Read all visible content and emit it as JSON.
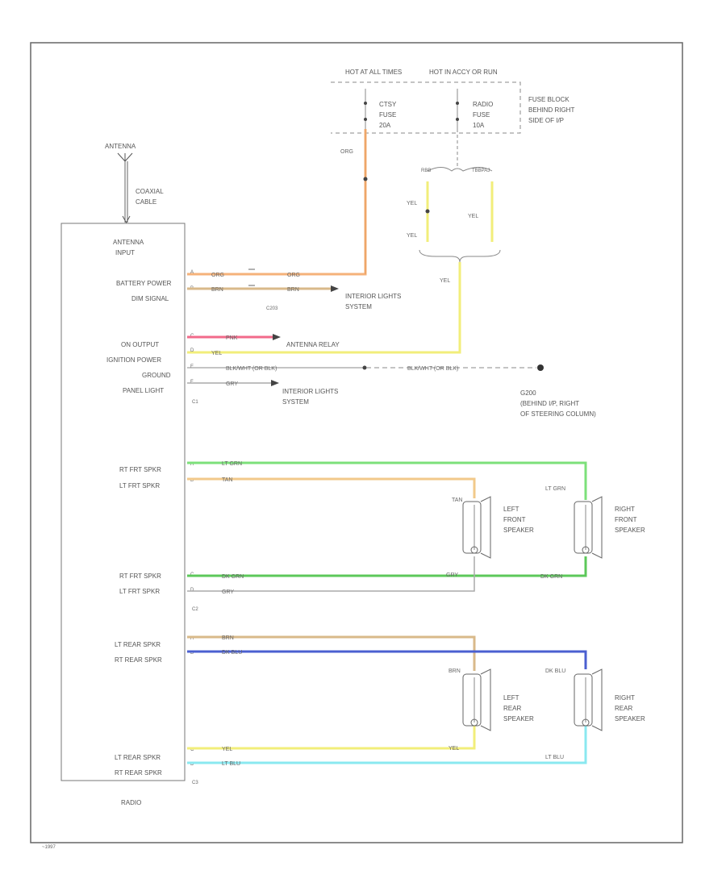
{
  "diagram": {
    "corner_tag": "~1997",
    "fuse_block": {
      "hot_at_all_times": "HOT AT ALL TIMES",
      "hot_in_acc_run": "HOT IN ACCY OR RUN",
      "ctsy_fuse": [
        "CTSY",
        "FUSE",
        "20A"
      ],
      "radio_fuse": [
        "RADIO",
        "FUSE",
        "10A"
      ],
      "location": [
        "FUSE BLOCK",
        "BEHIND RIGHT",
        "SIDE OF I/P"
      ]
    },
    "antenna": {
      "label": "ANTENNA",
      "cable": [
        "COAXIAL",
        "CABLE"
      ]
    },
    "radio": {
      "name": "RADIO",
      "antenna_input": [
        "ANTENNA",
        "INPUT"
      ],
      "pins_c1": [
        "BATTERY POWER",
        "DIM SIGNAL"
      ],
      "pins_mid": [
        "ON OUTPUT",
        "IGNITION POWER",
        "GROUND",
        "PANEL LIGHT"
      ],
      "pins_c2a": [
        "RT FRT SPKR",
        "LT FRT SPKR"
      ],
      "pins_c2b": [
        "RT FRT SPKR",
        "LT FRT SPKR"
      ],
      "pins_c3a": [
        "LT REAR SPKR",
        "RT REAR SPKR"
      ],
      "pins_c3b": [
        "LT REAR SPKR",
        "RT REAR SPKR"
      ],
      "connectors": [
        "C1",
        "C2",
        "C3"
      ]
    },
    "connector_c203": "C203",
    "destinations": {
      "interior_lights_1": [
        "INTERIOR LIGHTS",
        "SYSTEM"
      ],
      "antenna_relay": "ANTENNA RELAY",
      "interior_lights_2": [
        "INTERIOR LIGHTS",
        "SYSTEM"
      ],
      "ground": [
        "G200",
        "(BEHIND I/P, RIGHT",
        "OF STEERING COLUMN)"
      ]
    },
    "splice_labels": [
      "RBB",
      "TBBPAJ"
    ],
    "wires": {
      "org": "ORG",
      "brn": "BRN",
      "yel": "YEL",
      "pnk": "PNK",
      "blk_wht": "BLK/WHT (OR BLK)",
      "gry": "GRY",
      "lt_grn": "LT GRN",
      "tan": "TAN",
      "dk_grn": "DK GRN",
      "dk_blu": "DK BLU",
      "lt_blu": "LT BLU"
    },
    "pin_numbers": {
      "c1": [
        "A",
        "B",
        "C",
        "D",
        "E",
        "F"
      ],
      "c2": [
        "A",
        "B",
        "C",
        "D"
      ],
      "c3": [
        "A",
        "B",
        "C",
        "D"
      ]
    },
    "speakers": {
      "left_front": [
        "LEFT",
        "FRONT",
        "SPEAKER"
      ],
      "right_front": [
        "RIGHT",
        "FRONT",
        "SPEAKER"
      ],
      "left_rear": [
        "LEFT",
        "REAR",
        "SPEAKER"
      ],
      "right_rear": [
        "RIGHT",
        "REAR",
        "SPEAKER"
      ]
    },
    "colors": {
      "org": "#f5b27a",
      "brn": "#d9b98a",
      "yel": "#f2ee7a",
      "pnk": "#f26a8a",
      "lt_grn": "#7ce07a",
      "tan": "#f2c98a",
      "dk_grn": "#5cc85a",
      "gry": "#c8c8c8",
      "dk_blu": "#4a5fd0",
      "lt_blu": "#8ae8f0"
    }
  }
}
